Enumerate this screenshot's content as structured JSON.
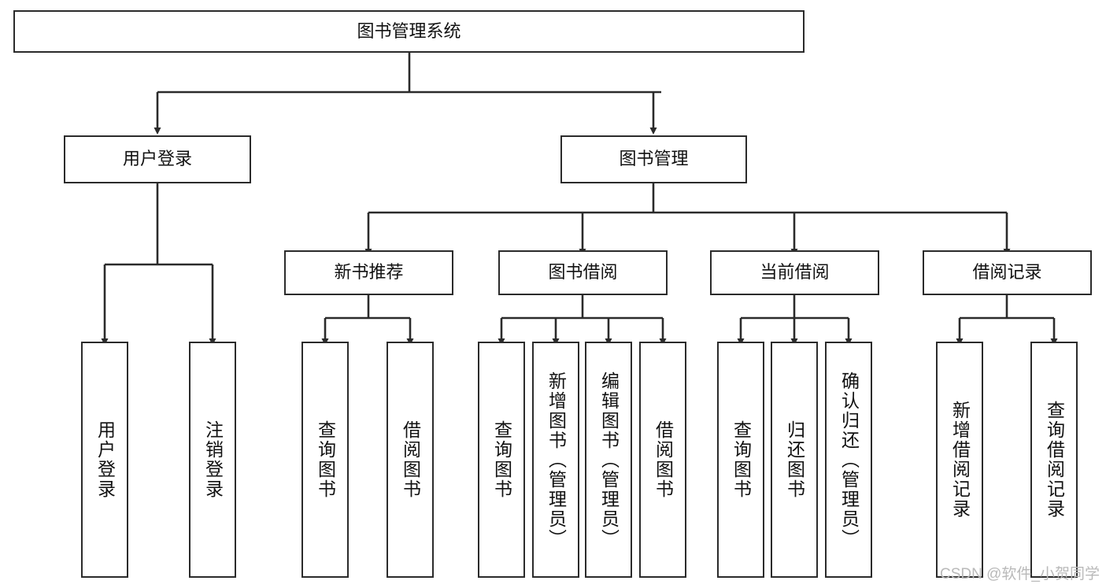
{
  "diagram": {
    "title": "图书管理系统",
    "type": "hierarchy-tree",
    "root": {
      "label": "图书管理系统"
    },
    "level2": [
      {
        "label": "用户登录"
      },
      {
        "label": "图书管理"
      }
    ],
    "level3": [
      {
        "label": "新书推荐"
      },
      {
        "label": "图书借阅"
      },
      {
        "label": "当前借阅"
      },
      {
        "label": "借阅记录"
      }
    ],
    "leaves": {
      "user_login": [
        {
          "label": "用户登录"
        },
        {
          "label": "注销登录"
        }
      ],
      "new_book_recommend": [
        {
          "label": "查询图书"
        },
        {
          "label": "借阅图书"
        }
      ],
      "book_borrow": [
        {
          "label": "查询图书"
        },
        {
          "label": "新增图书（管理员）"
        },
        {
          "label": "编辑图书（管理员）"
        },
        {
          "label": "借阅图书"
        }
      ],
      "current_borrow": [
        {
          "label": "查询图书"
        },
        {
          "label": "归还图书"
        },
        {
          "label": "确认归还（管理员）"
        }
      ],
      "borrow_record": [
        {
          "label": "新增借阅记录"
        },
        {
          "label": "查询借阅记录"
        }
      ]
    }
  },
  "watermark": {
    "text": "CSDN @软件_小贺同学"
  },
  "colors": {
    "stroke": "#2b2b2b",
    "fill": "#ffffff",
    "text": "#111111",
    "watermark": "#b9b9b9"
  }
}
